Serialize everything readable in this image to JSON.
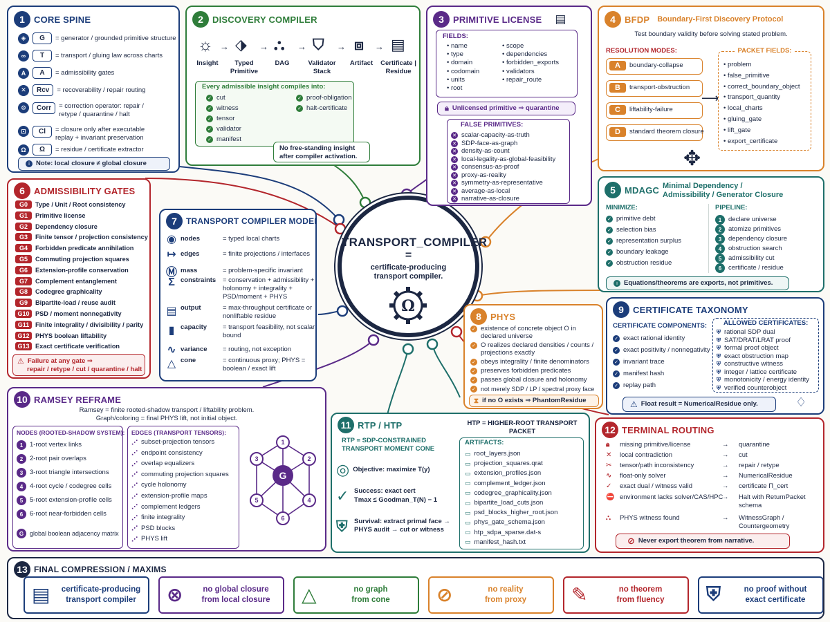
{
  "center": {
    "title": "TRANSPORT_COMPILER",
    "equals": "=",
    "subtitle": "certificate-producing transport compiler."
  },
  "p1": {
    "num": "1",
    "title": "CORE SPINE",
    "items": [
      {
        "code": "G",
        "text": "= generator / grounded primitive structure"
      },
      {
        "code": "T",
        "text": "= transport / gluing law across charts"
      },
      {
        "code": "A",
        "text": "= admissibility gates"
      },
      {
        "code": "Rcv",
        "text": "= recoverability / repair routing"
      },
      {
        "code": "Corr",
        "text": "= correction operator: repair / retype / quarantine / halt"
      },
      {
        "code": "Cl",
        "text": "= closure only after executable replay + invariant preservation"
      },
      {
        "code": "Ω",
        "text": "= residue / certificate extractor"
      }
    ],
    "note": "Note: local closure ≠ global closure"
  },
  "p2": {
    "num": "2",
    "title": "DISCOVERY COMPILER",
    "steps": [
      "Insight",
      "Typed Primitive",
      "DAG",
      "Validator Stack",
      "Artifact",
      "Certificate | Residue"
    ],
    "compile_title": "Every admissible insight compiles into:",
    "compile_col1": [
      "cut",
      "witness",
      "tensor",
      "validator",
      "manifest"
    ],
    "compile_col2": [
      "proof-obligation",
      "halt-certificate"
    ],
    "note": "No free-standing insight after compiler activation."
  },
  "p3": {
    "num": "3",
    "title": "PRIMITIVE LICENSE",
    "fields_title": "FIELDS:",
    "fields_col1": [
      "name",
      "type",
      "domain",
      "codomain",
      "units",
      "root"
    ],
    "fields_col2": [
      "scope",
      "dependencies",
      "forbidden_exports",
      "validators",
      "repair_route"
    ],
    "unlicensed": "Unlicensed primitive ⇒ quarantine",
    "false_title": "FALSE PRIMITIVES:",
    "false_items": [
      "scalar-capacity-as-truth",
      "SDP-face-as-graph",
      "density-as-count",
      "local-legality-as-global-feasibility",
      "consensus-as-proof",
      "proxy-as-reality",
      "symmetry-as-representative",
      "average-as-local",
      "narrative-as-closure"
    ]
  },
  "p4": {
    "num": "4",
    "title": "BFDP",
    "title2": "Boundary-First Discovery Protocol",
    "desc": "Test boundary validity before solving stated problem.",
    "modes_title": "RESOLUTION MODES:",
    "modes": [
      {
        "code": "A",
        "text": "boundary-collapse"
      },
      {
        "code": "B",
        "text": "transport-obstruction"
      },
      {
        "code": "C",
        "text": "liftability-failure"
      },
      {
        "code": "D",
        "text": "standard theorem closure"
      }
    ],
    "packet_title": "PACKET FIELDS:",
    "packet": [
      "problem",
      "false_primitive",
      "correct_boundary_object",
      "transport_quantity",
      "local_charts",
      "gluing_gate",
      "lift_gate",
      "export_certificate"
    ]
  },
  "p5": {
    "num": "5",
    "title": "MDAGC",
    "title2a": "Minimal Dependency /",
    "title2b": "Admissibility / Generator Closure",
    "min_title": "MINIMIZE:",
    "minimize": [
      "primitive debt",
      "selection bias",
      "representation surplus",
      "boundary leakage",
      "obstruction residue"
    ],
    "pipe_title": "PIPELINE:",
    "pipeline": [
      "declare universe",
      "atomize primitives",
      "dependency closure",
      "obstruction search",
      "admissibility cut",
      "certificate / residue"
    ],
    "note": "Equations/theorems are exports, not primitives."
  },
  "p6": {
    "num": "6",
    "title": "ADMISSIBILITY GATES",
    "gates": [
      {
        "code": "G0",
        "text": "Type / Unit / Root consistency"
      },
      {
        "code": "G1",
        "text": "Primitive license"
      },
      {
        "code": "G2",
        "text": "Dependency closure"
      },
      {
        "code": "G3",
        "text": "Finite tensor / projection consistency"
      },
      {
        "code": "G4",
        "text": "Forbidden predicate annihilation"
      },
      {
        "code": "G5",
        "text": "Commuting projection squares"
      },
      {
        "code": "G6",
        "text": "Extension-profile conservation"
      },
      {
        "code": "G7",
        "text": "Complement entanglement"
      },
      {
        "code": "G8",
        "text": "Codegree graphicality"
      },
      {
        "code": "G9",
        "text": "Bipartite-load / reuse audit"
      },
      {
        "code": "G10",
        "text": "PSD / moment nonnegativity"
      },
      {
        "code": "G11",
        "text": "Finite integrality / divisibility / parity"
      },
      {
        "code": "G12",
        "text": "PHYS boolean liftability"
      },
      {
        "code": "G13",
        "text": "Exact certificate verification"
      }
    ],
    "fail1": "Failure at any gate ⇒",
    "fail2": "repair / retype / cut / quarantine / halt"
  },
  "p7": {
    "num": "7",
    "title": "TRANSPORT COMPILER MODEL",
    "rows": [
      {
        "key": "nodes",
        "val": "= typed local charts",
        "icon": "◉"
      },
      {
        "key": "edges",
        "val": "= finite projections / interfaces",
        "icon": "↦"
      },
      {
        "key": "mass",
        "val": "= problem-specific invariant",
        "icon": "Ⓜ"
      },
      {
        "key": "constraints",
        "val": "= conservation + admissibility + holonomy + integrality + PSD/moment + PHYS",
        "icon": "Σ"
      },
      {
        "key": "output",
        "val": "= max-throughput certificate or nonliftable residue",
        "icon": "▤"
      },
      {
        "key": "capacity",
        "val": "= transport feasibility, not scalar bound",
        "icon": "▮"
      },
      {
        "key": "variance",
        "val": "= routing, not exception",
        "icon": "∿"
      },
      {
        "key": "cone",
        "val": "= continuous proxy; PHYS = boolean / exact lift",
        "icon": "△"
      }
    ]
  },
  "p8": {
    "num": "8",
    "title": "PHYS",
    "items": [
      "existence of concrete object O in declared universe",
      "O realizes declared densities / counts / projections exactly",
      "obeys integrality / finite denominators",
      "preserves forbidden predicates",
      "passes global closure and holonomy",
      "not merely SDP / LP / spectral proxy face"
    ],
    "note": "if no O exists ⇒ PhantomResidue"
  },
  "p9": {
    "num": "9",
    "title": "CERTIFICATE TAXONOMY",
    "comp_title": "CERTIFICATE COMPONENTS:",
    "components": [
      "exact rational identity",
      "exact positivity / nonnegativity",
      "invariant trace",
      "manifest hash",
      "replay path"
    ],
    "allowed_title": "ALLOWED CERTIFICATES:",
    "allowed": [
      "rational SDP dual",
      "SAT/DRAT/LRAT proof",
      "formal proof object",
      "exact obstruction map",
      "constructive witness",
      "integer / lattice certificate",
      "monotonicity / energy identity",
      "verified counterobject"
    ],
    "note": "Float result = NumericalResidue only."
  },
  "p10": {
    "num": "10",
    "title": "RAMSEY REFRAME",
    "desc1": "Ramsey = finite rooted-shadow transport / liftability problem.",
    "desc2": "Graph/coloring = final PHYS lift, not initial object.",
    "nodes_title": "NODES (ROOTED-SHADOW SYSTEM):",
    "nodes": [
      {
        "code": "1",
        "text": "1-root vertex links"
      },
      {
        "code": "2",
        "text": "2-root pair overlaps"
      },
      {
        "code": "3",
        "text": "3-root triangle intersections"
      },
      {
        "code": "4",
        "text": "4-root cycle / codegree cells"
      },
      {
        "code": "5",
        "text": "5-root extension-profile cells"
      },
      {
        "code": "6",
        "text": "6-root near-forbidden cells"
      },
      {
        "code": "G",
        "text": "global boolean adjacency matrix"
      }
    ],
    "edges_title": "EDGES (TRANSPORT TENSORS):",
    "edges": [
      "subset-projection tensors",
      "endpoint consistency",
      "overlap equalizers",
      "commuting projection squares",
      "cycle holonomy",
      "extension-profile maps",
      "complement ledgers",
      "finite integrality",
      "PSD blocks",
      "PHYS lift"
    ],
    "graph_center": "G",
    "graph_nodes": [
      "1",
      "2",
      "3",
      "4",
      "5",
      "6"
    ]
  },
  "p11": {
    "num": "11",
    "title": "RTP / HTP",
    "rtp_title": "RTP = SDP-CONSTRAINED TRANSPORT MOMENT CONE",
    "objective": "Objective: maximize T(y)",
    "success1": "Success: exact cert",
    "success2": "Tmax ≤ Goodman_T(N) − 1",
    "survival": "Survival: extract primal face → PHYS audit → cut or witness",
    "htp_title": "HTP = HIGHER-ROOT TRANSPORT PACKET",
    "art_title": "ARTIFACTS:",
    "artifacts": [
      "root_layers.json",
      "projection_squares.qrat",
      "extension_profiles.json",
      "complement_ledger.json",
      "codegree_graphicality.json",
      "bipartite_load_cuts.json",
      "psd_blocks_higher_root.json",
      "phys_gate_schema.json",
      "htp_sdpa_sparse.dat-s",
      "manifest_hash.txt"
    ]
  },
  "p12": {
    "num": "12",
    "title": "TERMINAL ROUTING",
    "rows": [
      {
        "cond": "missing primitive/license",
        "out": "quarantine"
      },
      {
        "cond": "local contradiction",
        "out": "cut"
      },
      {
        "cond": "tensor/path inconsistency",
        "out": "repair / retype"
      },
      {
        "cond": "float-only solver",
        "out": "NumericalResidue"
      },
      {
        "cond": "exact dual / witness valid",
        "out": "certificate Π_cert"
      },
      {
        "cond": "environment lacks solver/CAS/HPC",
        "out": "Halt with ReturnPacket schema"
      },
      {
        "cond": "PHYS witness found",
        "out": "WitnessGraph / Countergeometry"
      }
    ],
    "arrow": "→",
    "note": "Never export theorem from narrative."
  },
  "p13": {
    "num": "13",
    "title": "FINAL COMPRESSION / MAXIMS",
    "maxims": [
      {
        "a": "certificate-producing",
        "b": "transport compiler",
        "color": "#1c3d7a"
      },
      {
        "a": "no global closure",
        "b": "from local closure",
        "color": "#5a2a88"
      },
      {
        "a": "no graph",
        "b": "from cone",
        "color": "#2f7d3a"
      },
      {
        "a": "no reality",
        "b": "from proxy",
        "color": "#d9822b"
      },
      {
        "a": "no theorem",
        "b": "from fluency",
        "color": "#b3262c"
      },
      {
        "a": "no proof without",
        "b": "exact certificate",
        "color": "#1c3d7a"
      }
    ]
  },
  "colors": {
    "navy": "#1c3d7a",
    "green": "#2f7d3a",
    "purple": "#5a2a88",
    "orange": "#d9822b",
    "red": "#b3262c",
    "teal": "#1e6f6a"
  }
}
